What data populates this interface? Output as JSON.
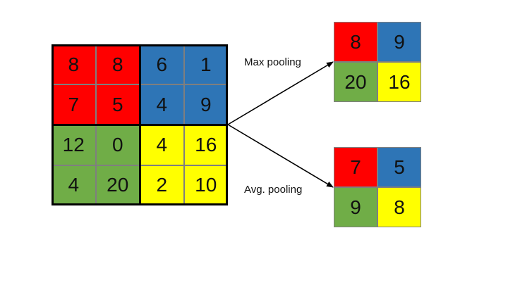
{
  "colors": {
    "red": "#ff0000",
    "blue": "#2e75b6",
    "green": "#70ad47",
    "yellow": "#ffff00",
    "grid_line": "#7f7f7f",
    "frame": "#000000"
  },
  "input_matrix": [
    [
      {
        "value": "8",
        "color": "red"
      },
      {
        "value": "8",
        "color": "red"
      },
      {
        "value": "6",
        "color": "blue"
      },
      {
        "value": "1",
        "color": "blue"
      }
    ],
    [
      {
        "value": "7",
        "color": "red"
      },
      {
        "value": "5",
        "color": "red"
      },
      {
        "value": "4",
        "color": "blue"
      },
      {
        "value": "9",
        "color": "blue"
      }
    ],
    [
      {
        "value": "12",
        "color": "green"
      },
      {
        "value": "0",
        "color": "green"
      },
      {
        "value": "4",
        "color": "yellow"
      },
      {
        "value": "16",
        "color": "yellow"
      }
    ],
    [
      {
        "value": "4",
        "color": "green"
      },
      {
        "value": "20",
        "color": "green"
      },
      {
        "value": "2",
        "color": "yellow"
      },
      {
        "value": "10",
        "color": "yellow"
      }
    ]
  ],
  "max_pooling": {
    "label": "Max pooling",
    "matrix": [
      [
        {
          "value": "8",
          "color": "red"
        },
        {
          "value": "9",
          "color": "blue"
        }
      ],
      [
        {
          "value": "20",
          "color": "green"
        },
        {
          "value": "16",
          "color": "yellow"
        }
      ]
    ]
  },
  "avg_pooling": {
    "label": "Avg. pooling",
    "matrix": [
      [
        {
          "value": "7",
          "color": "red"
        },
        {
          "value": "5",
          "color": "blue"
        }
      ],
      [
        {
          "value": "9",
          "color": "green"
        },
        {
          "value": "8",
          "color": "yellow"
        }
      ]
    ]
  }
}
